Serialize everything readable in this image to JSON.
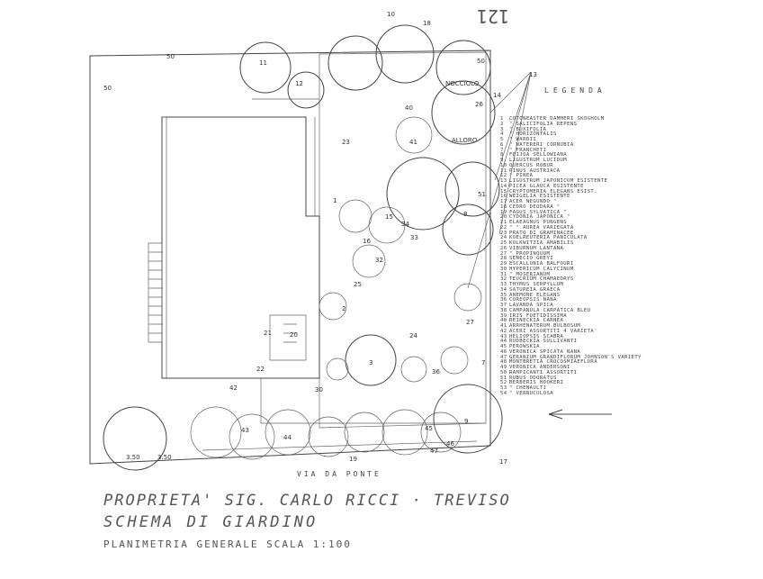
{
  "page_number": "121",
  "title": {
    "line1": "PROPRIETA' SIG. CARLO RICCI · TREVISO",
    "line2": "SCHEMA DI GIARDINO",
    "line3": "PLANIMETRIA GENERALE  SCALA 1:100"
  },
  "street": "VIA DA PONTE",
  "plan_labels": {
    "nocciolo": "NOCCIOLO",
    "alloro": "ALLORO",
    "dim_top": "50",
    "dim_left": "50",
    "scale_left": "3.50",
    "scale_right": "3.50"
  },
  "legend": {
    "title": "LEGENDA",
    "items": [
      {
        "n": "1",
        "t": "COTONEASTER DAMMERI SKOGHOLM"
      },
      {
        "n": "2",
        "t": "\"  SALICIFOLIA REPENS"
      },
      {
        "n": "3",
        "t": "\"  BUXIFOLIA"
      },
      {
        "n": "4",
        "t": "\"  HORIZONTALIS"
      },
      {
        "n": "5",
        "t": "\"  WARDII"
      },
      {
        "n": "6",
        "t": "\"  WATERERI CORNUBIA"
      },
      {
        "n": "7",
        "t": "\"  FRANCHETI"
      },
      {
        "n": "8",
        "t": "FEIJOA SELLOWIANA"
      },
      {
        "n": "9",
        "t": "LIGUSTRUM LUCIDUM"
      },
      {
        "n": "10",
        "t": "QUERCUS ROBUR"
      },
      {
        "n": "11",
        "t": "PINUS AUSTRIACA"
      },
      {
        "n": "12",
        "t": "\"  PINEA"
      },
      {
        "n": "13",
        "t": "LIGUSTRUM JAPONICUM ESISTENTE"
      },
      {
        "n": "14",
        "t": "PICEA GLAUCA ESISTENTE"
      },
      {
        "n": "15",
        "t": "CRYPTOMERIA ELEGANS ESIST."
      },
      {
        "n": "16",
        "t": "WEIGELIA ESISTENTE"
      },
      {
        "n": "17",
        "t": "ACER NEGUNDO  \""
      },
      {
        "n": "18",
        "t": "CEDRO DEODARA  \""
      },
      {
        "n": "19",
        "t": "FAGUS SYLVATICA  \""
      },
      {
        "n": "20",
        "t": "CYDONIA JAPONICA  \""
      },
      {
        "n": "21",
        "t": "ELAEAGNUS PUNGENS"
      },
      {
        "n": "22",
        "t": "\"  \"  AUREA VARIEGATA"
      },
      {
        "n": "23",
        "t": "PRATO DI GRAMINACEE"
      },
      {
        "n": "24",
        "t": "KOELREUTERIA PANICULATA"
      },
      {
        "n": "25",
        "t": "KOLKWITZIA AMABILIS"
      },
      {
        "n": "26",
        "t": "VIBURNUM LANTANA"
      },
      {
        "n": "27",
        "t": "\"  PROPINQUUM"
      },
      {
        "n": "28",
        "t": "SENECIO GREYI"
      },
      {
        "n": "29",
        "t": "ESCALLONIA BALFOURI"
      },
      {
        "n": "30",
        "t": "HYPERICUM CALYCINUM"
      },
      {
        "n": "31",
        "t": "\"  MOSERIANUM"
      },
      {
        "n": "32",
        "t": "TEUCRIUM CHAMAEDRYS"
      },
      {
        "n": "33",
        "t": "THYMUS SERPYLLUM"
      },
      {
        "n": "34",
        "t": "SATUREIA GRAECA"
      },
      {
        "n": "35",
        "t": "ANEMONE ELEGANS"
      },
      {
        "n": "36",
        "t": "COREOPSIS NANA"
      },
      {
        "n": "37",
        "t": "LAVANDA SPICA"
      },
      {
        "n": "38",
        "t": "CAMPANULA CARPATICA BLEU"
      },
      {
        "n": "39",
        "t": "IRIS FOETIDISSIMA"
      },
      {
        "n": "40",
        "t": "REINECKIA CARNEA"
      },
      {
        "n": "41",
        "t": "ARRHENATERUM BULBOSUM"
      },
      {
        "n": "42",
        "t": "ACERI ASSORTITI 4 VARIETA'"
      },
      {
        "n": "43",
        "t": "HELIOPSIS SCABRA"
      },
      {
        "n": "44",
        "t": "RUDBECKIA SULLIVANTI"
      },
      {
        "n": "45",
        "t": "PEROWSKIA"
      },
      {
        "n": "46",
        "t": "VERONICA SPICATA NANA"
      },
      {
        "n": "47",
        "t": "GERANIUM GRANDIFLORUM JOHNSON'S VARIETY"
      },
      {
        "n": "48",
        "t": "MONTBRETIA CROCOSMIAEFLORA"
      },
      {
        "n": "49",
        "t": "VERONICA ANDERSONI"
      },
      {
        "n": "50",
        "t": "RAMPICANTI ASSORTITI"
      },
      {
        "n": "51",
        "t": "RUBUS ODORATUS"
      },
      {
        "n": "52",
        "t": "BERBERIS HOOKERI"
      },
      {
        "n": "53",
        "t": "\"  CHENAULTI"
      },
      {
        "n": "54",
        "t": "\"  VERRUCULOSA"
      }
    ]
  },
  "plants": [
    {
      "n": "11"
    },
    {
      "n": "12"
    },
    {
      "n": "10"
    },
    {
      "n": "18"
    },
    {
      "n": "14"
    },
    {
      "n": "40"
    },
    {
      "n": "41"
    },
    {
      "n": "23"
    },
    {
      "n": "15"
    },
    {
      "n": "16"
    },
    {
      "n": "8"
    },
    {
      "n": "34"
    },
    {
      "n": "33"
    },
    {
      "n": "32"
    },
    {
      "n": "25"
    },
    {
      "n": "2"
    },
    {
      "n": "1"
    },
    {
      "n": "3"
    },
    {
      "n": "24"
    },
    {
      "n": "36"
    },
    {
      "n": "27"
    },
    {
      "n": "9"
    },
    {
      "n": "7"
    },
    {
      "n": "45"
    },
    {
      "n": "47"
    },
    {
      "n": "46"
    },
    {
      "n": "43"
    },
    {
      "n": "44"
    },
    {
      "n": "42"
    },
    {
      "n": "21"
    },
    {
      "n": "22"
    },
    {
      "n": "30"
    },
    {
      "n": "19"
    },
    {
      "n": "17"
    },
    {
      "n": "13"
    },
    {
      "n": "51"
    },
    {
      "n": "26"
    },
    {
      "n": "20"
    },
    {
      "n": "50"
    }
  ]
}
